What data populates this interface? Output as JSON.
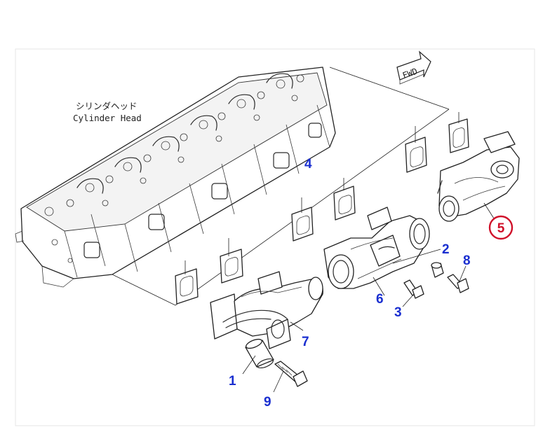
{
  "head_label": {
    "jp": "シリンダヘッド",
    "en": "Cylinder Head"
  },
  "fwd_label": "FWD",
  "callouts": [
    {
      "id": "1",
      "text": "1",
      "color": "#1a2fd0"
    },
    {
      "id": "2",
      "text": "2",
      "color": "#1a2fd0"
    },
    {
      "id": "3",
      "text": "3",
      "color": "#1a2fd0"
    },
    {
      "id": "4",
      "text": "4",
      "color": "#1a2fd0"
    },
    {
      "id": "5",
      "text": "5",
      "color": "#d0102a",
      "highlighted": true
    },
    {
      "id": "6",
      "text": "6",
      "color": "#1a2fd0"
    },
    {
      "id": "7",
      "text": "7",
      "color": "#1a2fd0"
    },
    {
      "id": "8",
      "text": "8",
      "color": "#1a2fd0"
    },
    {
      "id": "9",
      "text": "9",
      "color": "#1a2fd0"
    }
  ],
  "colors": {
    "callout": "#1a2fd0",
    "highlight": "#d0102a",
    "line_art": "#2a2a2a"
  }
}
